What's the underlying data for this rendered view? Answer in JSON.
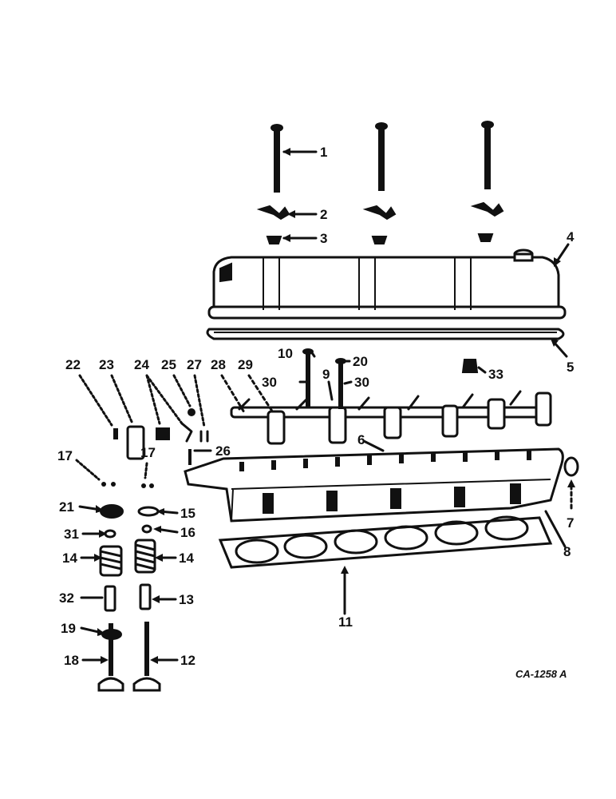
{
  "figure_code": "CA-1258 A",
  "callouts": [
    {
      "id": "1",
      "label": "1",
      "part": "cover-bolt"
    },
    {
      "id": "2",
      "label": "2",
      "part": "clip"
    },
    {
      "id": "3",
      "label": "3",
      "part": "grommet"
    },
    {
      "id": "4",
      "label": "4",
      "part": "valve-cover"
    },
    {
      "id": "5",
      "label": "5",
      "part": "cover-gasket"
    },
    {
      "id": "6",
      "label": "6",
      "part": "rocker-arm-assembly"
    },
    {
      "id": "7",
      "label": "7",
      "part": "plug"
    },
    {
      "id": "8",
      "label": "8",
      "part": "cylinder-head"
    },
    {
      "id": "9",
      "label": "9",
      "part": "rocker-support"
    },
    {
      "id": "10",
      "label": "10",
      "part": "support-bolt"
    },
    {
      "id": "11",
      "label": "11",
      "part": "head-gasket"
    },
    {
      "id": "12",
      "label": "12",
      "part": "valve"
    },
    {
      "id": "13",
      "label": "13",
      "part": "valve-guide"
    },
    {
      "id": "14a",
      "label": "14",
      "part": "valve-spring-left"
    },
    {
      "id": "14b",
      "label": "14",
      "part": "valve-spring-right"
    },
    {
      "id": "15",
      "label": "15",
      "part": "spring-retainer"
    },
    {
      "id": "16",
      "label": "16",
      "part": "seal"
    },
    {
      "id": "17a",
      "label": "17",
      "part": "keepers-left"
    },
    {
      "id": "17b",
      "label": "17",
      "part": "keepers-right"
    },
    {
      "id": "18",
      "label": "18",
      "part": "exhaust-valve"
    },
    {
      "id": "19",
      "label": "19",
      "part": "rotator"
    },
    {
      "id": "20",
      "label": "20",
      "part": "support-bolt"
    },
    {
      "id": "21",
      "label": "21",
      "part": "retainer-cap"
    },
    {
      "id": "22",
      "label": "22",
      "part": "pin"
    },
    {
      "id": "23",
      "label": "23",
      "part": "sleeve"
    },
    {
      "id": "24",
      "label": "24",
      "part": "rocker-arm"
    },
    {
      "id": "25",
      "label": "25",
      "part": "screw"
    },
    {
      "id": "26",
      "label": "26",
      "part": "pin"
    },
    {
      "id": "27",
      "label": "27",
      "part": "spring"
    },
    {
      "id": "28",
      "label": "28",
      "part": "shaft"
    },
    {
      "id": "29",
      "label": "29",
      "part": "bracket"
    },
    {
      "id": "30a",
      "label": "30",
      "part": "bolt-left"
    },
    {
      "id": "30b",
      "label": "30",
      "part": "bolt-right"
    },
    {
      "id": "31",
      "label": "31",
      "part": "seal"
    },
    {
      "id": "32",
      "label": "32",
      "part": "valve-guide"
    },
    {
      "id": "33",
      "label": "33",
      "part": "nut"
    }
  ]
}
